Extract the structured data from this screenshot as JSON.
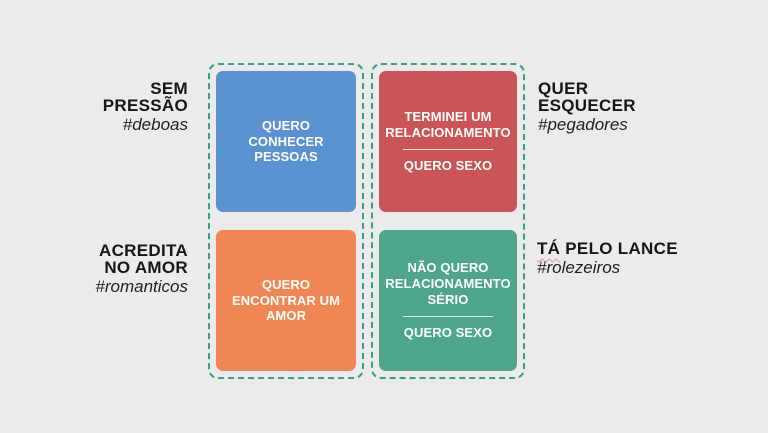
{
  "colors": {
    "background": "#ebebeb",
    "dashed_frame": "#35a17e",
    "label_text": "#161616",
    "box_text": "#ffffff",
    "box_blue": "#5b92d2",
    "box_red": "#cb5456",
    "box_orange": "#f08653",
    "box_green": "#4ea68c",
    "spellcheck_squiggle": "#e24646"
  },
  "quadrants": {
    "top_left": {
      "label_lines": [
        "SEM",
        "PRESSÃO"
      ],
      "hashtag": "#deboas",
      "box_lines": [
        "QUERO",
        "CONHECER",
        "PESSOAS"
      ],
      "box_color": "#5b92d2"
    },
    "top_right": {
      "label_lines": [
        "QUER",
        "ESQUECER"
      ],
      "hashtag": "#pegadores",
      "box_lines_top": [
        "TERMINEI UM",
        "RELACIONAMENTO"
      ],
      "box_line_bottom": "QUERO SEXO",
      "box_color": "#cb5456"
    },
    "bottom_left": {
      "label_lines": [
        "ACREDITA",
        "NO AMOR"
      ],
      "hashtag": "#romanticos",
      "box_lines": [
        "QUERO",
        "ENCONTRAR UM",
        "AMOR"
      ],
      "box_color": "#f08653"
    },
    "bottom_right": {
      "label_marked_word": "TÁ",
      "label_rest": " PELO LANCE",
      "hashtag": "#rolezeiros",
      "box_lines_top": [
        "NÃO QUERO",
        "RELACIONAMENTO",
        "SÉRIO"
      ],
      "box_line_bottom": "QUERO SEXO",
      "box_color": "#4ea68c"
    }
  }
}
